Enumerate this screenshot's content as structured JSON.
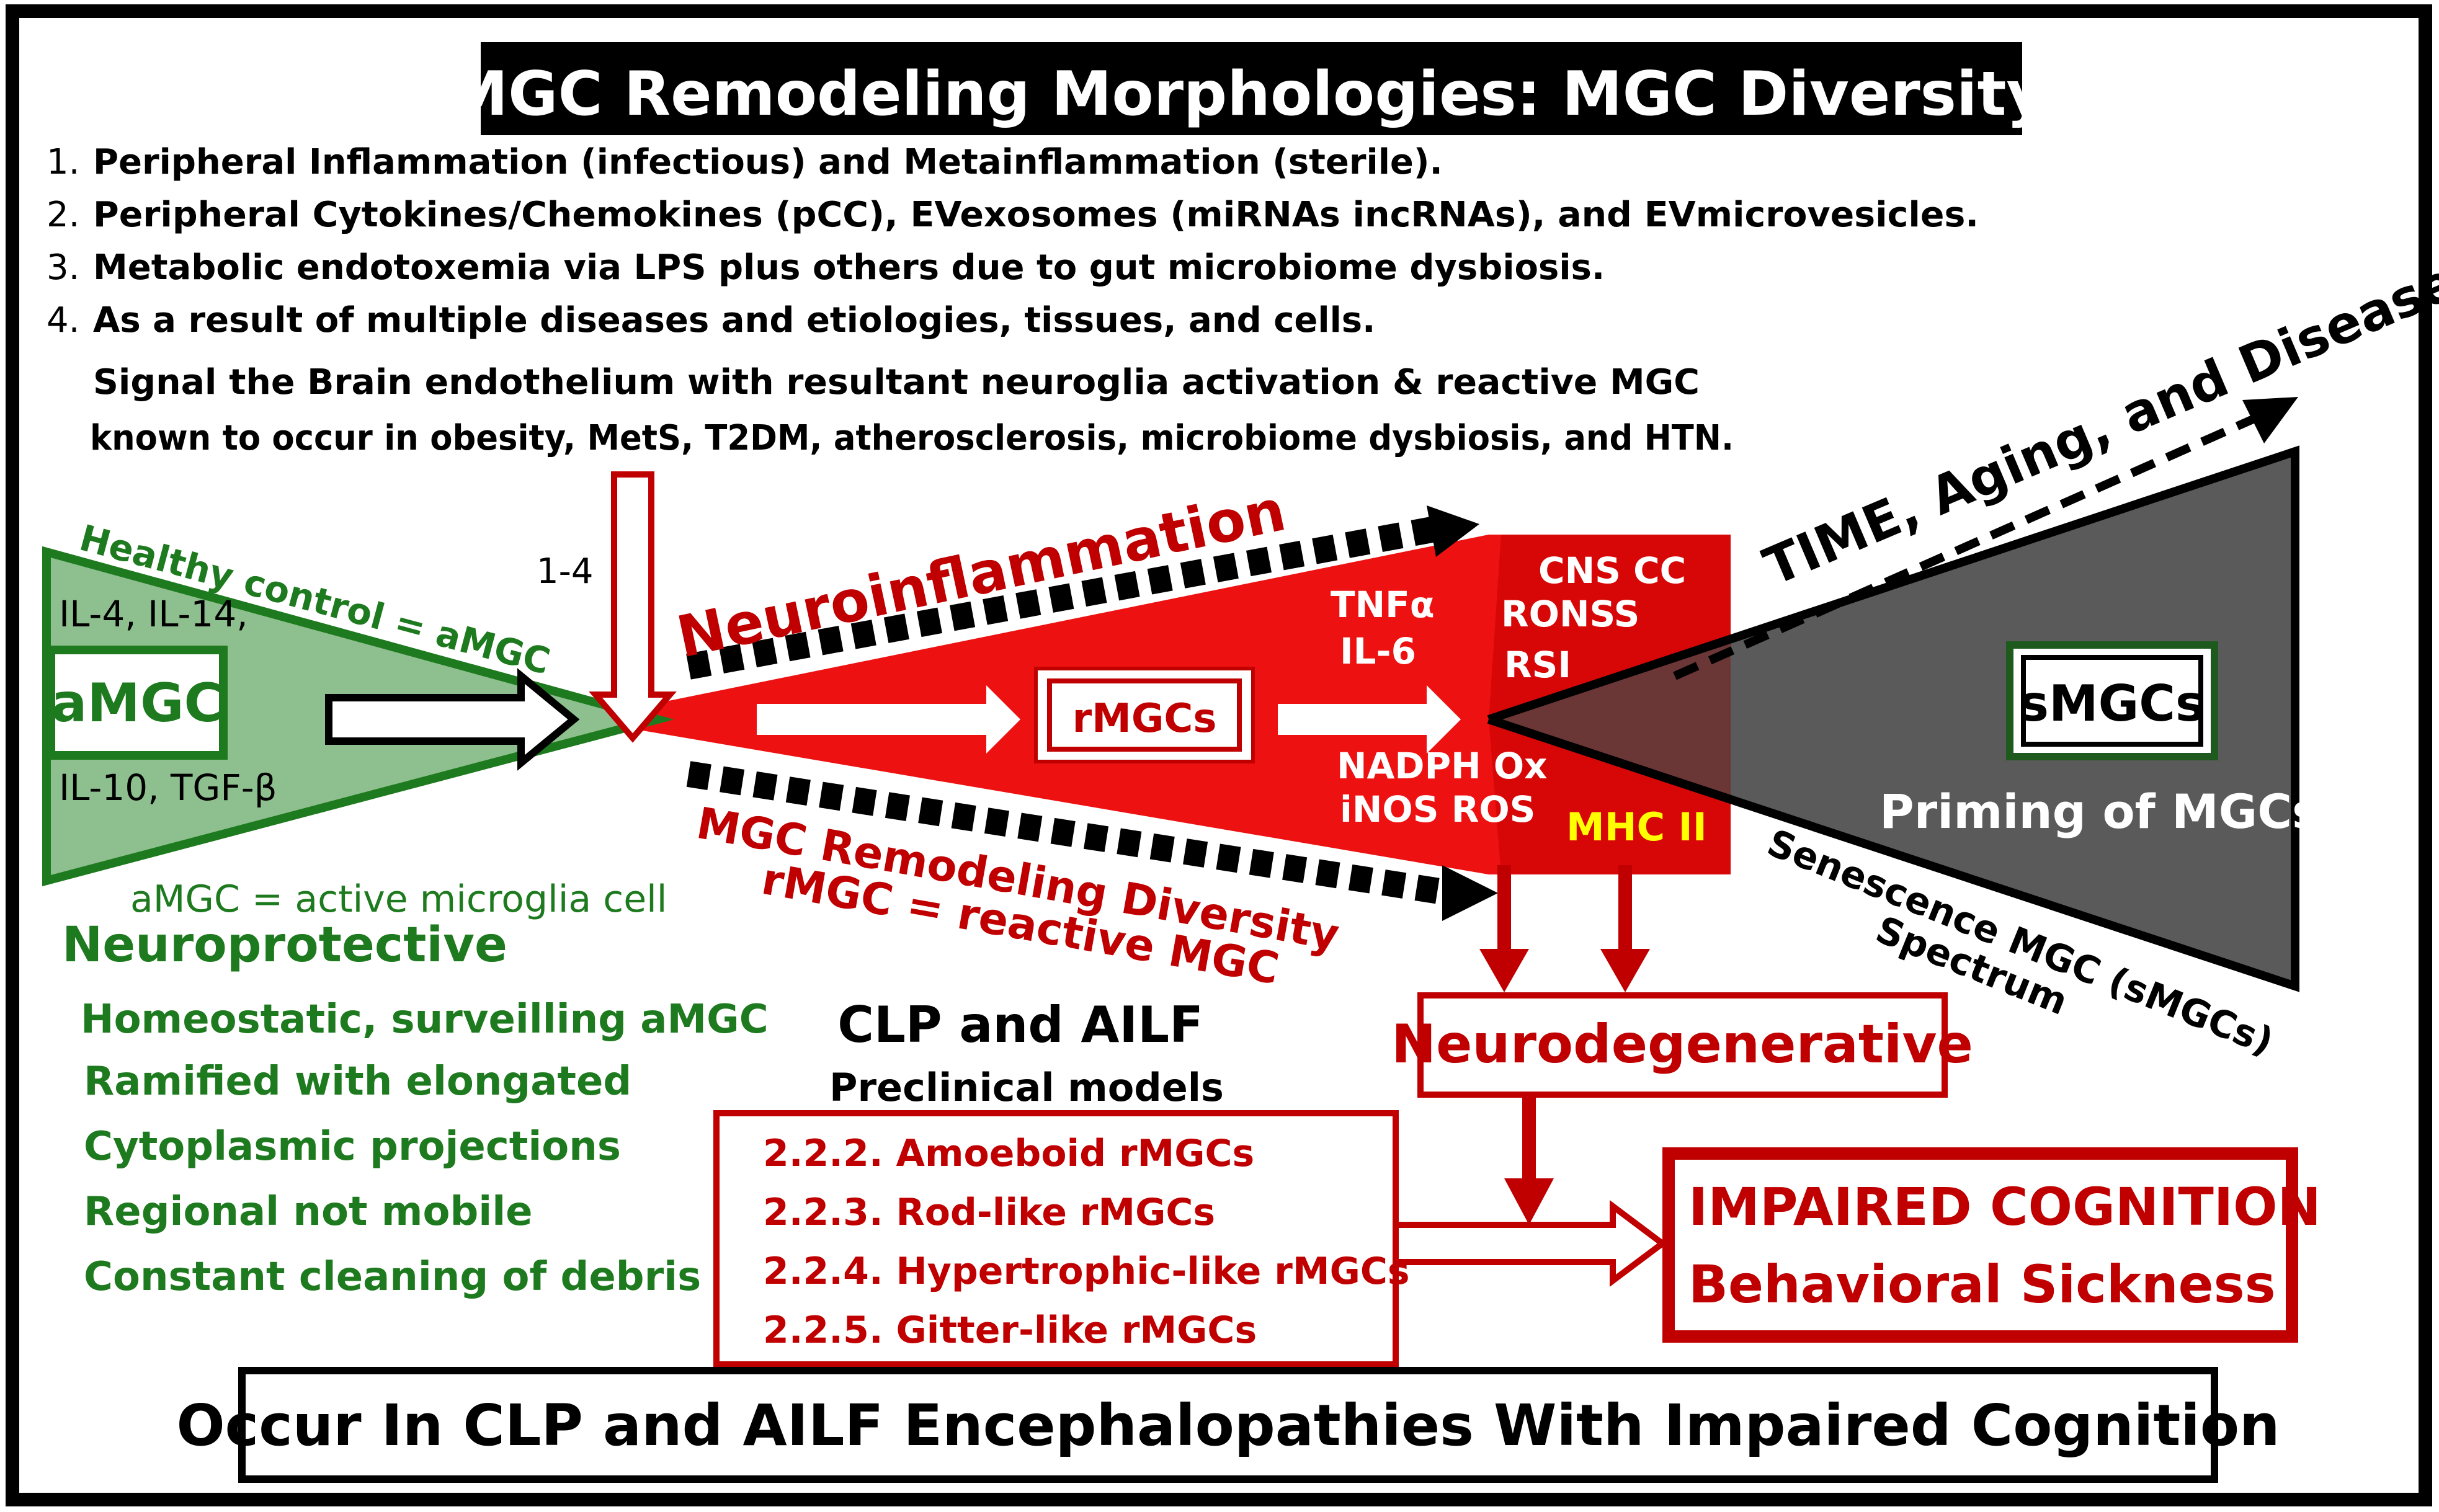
{
  "title": "MGC Remodeling Morphologies: MGC Diversity",
  "numbered_items": [
    {
      "num": "1.",
      "text": "Peripheral Inflammation (infectious) and Metainflammation (sterile)."
    },
    {
      "num": "2.",
      "text": "Peripheral  Cytokines/Chemokines (pCC), EVexosomes (miRNAs incRNAs), and EVmicrovesicles."
    },
    {
      "num": "3.",
      "text": "Metabolic endotoxemia via LPS plus others due to gut microbiome dysbiosis."
    },
    {
      "num": "4.",
      "text": "As a result of multiple diseases and etiologies, tissues, and cells."
    }
  ],
  "signal_text": [
    "Signal the Brain endothelium with resultant neuroglia activation & reactive MGC",
    "known to occur in obesity, MetS, T2DM, atherosclerosis, microbiome dysbiosis, and HTN."
  ],
  "healthy": {
    "label": "Healthy control = aMGC",
    "cytokines_top": "IL-4, IL-14,",
    "box": "aMGC",
    "cytokines_bottom": "IL-10, TGF-β",
    "definition": "aMGC = active microglia cell",
    "heading": "Neuroprotective",
    "features": [
      "Homeostatic, surveilling aMGC",
      "Ramified with elongated",
      "Cytoplasmic projections",
      "Regional not mobile",
      "Constant cleaning of debris"
    ]
  },
  "input_label": "1-4",
  "neuroinflammation": "Neuroinflammation",
  "rmgc_box": "rMGCs",
  "cytokines": [
    "TNFα",
    "IL-6"
  ],
  "cns": {
    "lines": [
      "CNS CC",
      "RONSS",
      "RSI"
    ]
  },
  "oxidative": [
    "NADPH Ox",
    "iNOS  ROS"
  ],
  "mhc": "MHC II",
  "remodeling": [
    "MGC Remodeling Diversity",
    "rMGC = reactive MGC"
  ],
  "time_label": "TIME, Aging, and Disease",
  "smgc_box": "sMGCs",
  "priming": "Priming of MGCs",
  "senescence": [
    "Senescence  MGC (sMGCs)",
    "Spectrum"
  ],
  "neurodegenerative": "Neurodegenerative",
  "models": {
    "title": "CLP and AILF",
    "subtitle": "Preclinical models",
    "items": [
      "2.2.2. Amoeboid rMGCs",
      "2.2.3. Rod-like rMGCs",
      "2.2.4. Hypertrophic-like rMGCs",
      "2.2.5. Gitter-like rMGCs"
    ]
  },
  "impaired": [
    "IMPAIRED  COGNITION",
    "Behavioral  Sickness"
  ],
  "footer": "Occur In CLP and AILF Encephalopathies With Impaired Cognition",
  "colors": {
    "green": "#1e7a1e",
    "green_fill": "#8ebf8e",
    "red": "#c00000",
    "bright_red": "#ee1111",
    "dark_red": "#8b0000",
    "gray": "#5a5a5a",
    "yellow": "#ffff00",
    "black": "#000000"
  }
}
